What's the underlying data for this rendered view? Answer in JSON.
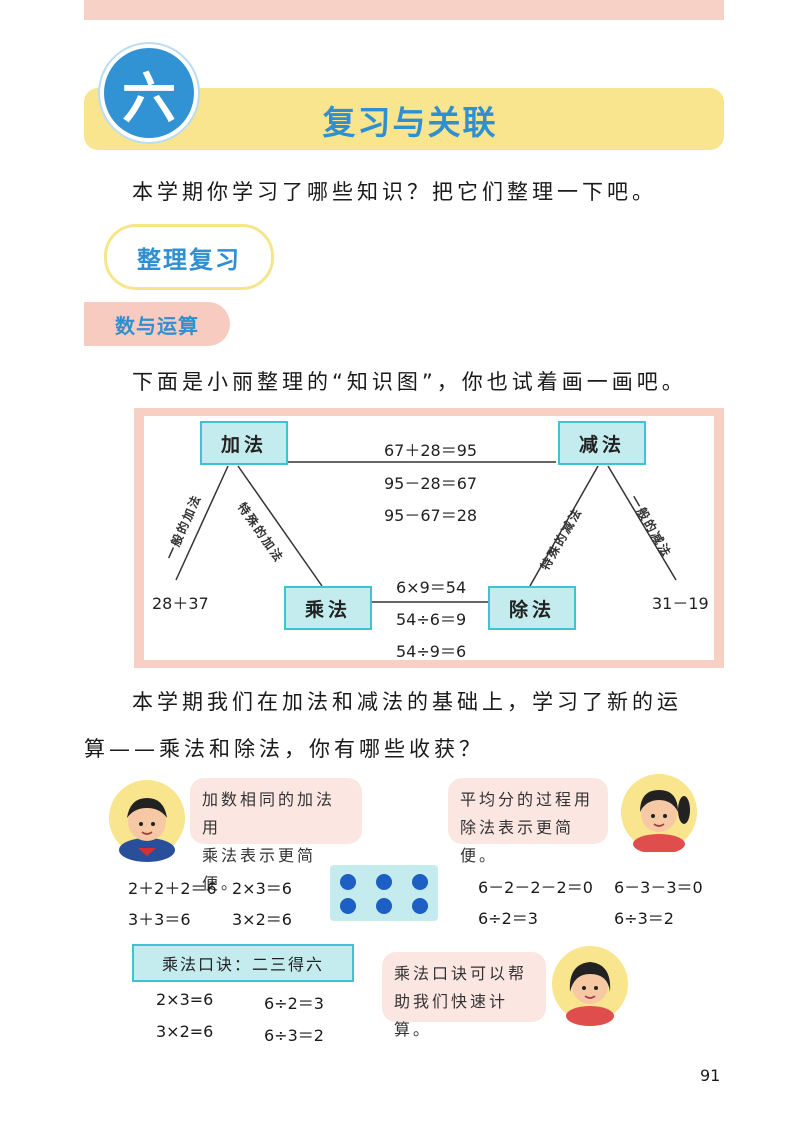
{
  "chapter": {
    "number": "六",
    "title": "复习与关联"
  },
  "intro": "本学期你学习了哪些知识？把它们整理一下吧。",
  "section": "整理复习",
  "topic": "数与运算",
  "map_intro": "下面是小丽整理的“知识图”，你也试着画一画吧。",
  "knowledge_map": {
    "add": "加法",
    "subtract": "减法",
    "multiply": "乘法",
    "divide": "除法",
    "add_sub_eqs": [
      "67＋28＝95",
      "95－28＝67",
      "95－67＝28"
    ],
    "mul_div_eqs": [
      "6×9＝54",
      "54÷6＝9",
      "54÷9＝6"
    ],
    "general_add": "一般的加法",
    "special_add": "特殊的加法",
    "special_sub": "特殊的减法",
    "general_sub": "一般的减法",
    "add_example": "28＋37",
    "sub_example": "31－19"
  },
  "para2_line1": "本学期我们在加法和减法的基础上，学习了新的运",
  "para2_line2": "算——乘法和除法，你有哪些收获？",
  "bubble_left": [
    "加数相同的加法用",
    "乘法表示更简便。"
  ],
  "bubble_right": [
    "平均分的过程用",
    "除法表示更简便。"
  ],
  "left_eqs": [
    "2＋2＋2＝6",
    "2×3＝6",
    "3＋3＝6",
    "3×2＝6"
  ],
  "right_eqs": [
    "6－2－2－2＝0",
    "6－3－3＝0",
    "6÷2＝3",
    "6÷3＝2"
  ],
  "rhyme": "乘法口诀：二三得六",
  "rhyme_eqs": [
    "2×3=6",
    "6÷2＝3",
    "3×2=6",
    "6÷3＝2"
  ],
  "bubble_bottom": [
    "乘法口诀可以帮",
    "助我们快速计算。"
  ],
  "page_number": "91",
  "colors": {
    "accent_blue": "#2f8fd0",
    "title_yellow": "#f8e58d",
    "pink": "#f8cbc0",
    "cyan_box": "#c4ecef"
  }
}
